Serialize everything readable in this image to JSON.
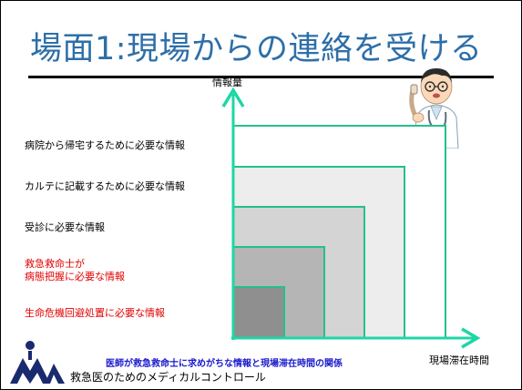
{
  "title": "場面1:現場からの連絡を受ける",
  "y_axis_label": "情報量",
  "x_axis_label": "現場滞在時間",
  "levels": [
    {
      "label": "病院から帰宅するために必要な情報",
      "color": "#000000"
    },
    {
      "label": "カルテに記載するために必要な情報",
      "color": "#000000"
    },
    {
      "label": "受診に必要な情報",
      "color": "#000000"
    },
    {
      "label_line1": "救急救命士が",
      "label_line2": "病態把握に必要な情報",
      "color": "#e00000"
    },
    {
      "label": "生命危機回避処置に必要な情報",
      "color": "#e00000"
    }
  ],
  "caption": "医師が救急救命士に求めがちな情報と現場滞在時間の関係",
  "organization": "救急医のためのメディカルコントロール",
  "colors": {
    "title": "#2e6fa8",
    "arrow": "#1fd6a6",
    "box_border": "#23c08e",
    "red_label": "#e00000",
    "caption": "#1a1acc"
  },
  "icons": {
    "logo": "org-logo",
    "illustration": "doctor-on-phone-illustration"
  }
}
